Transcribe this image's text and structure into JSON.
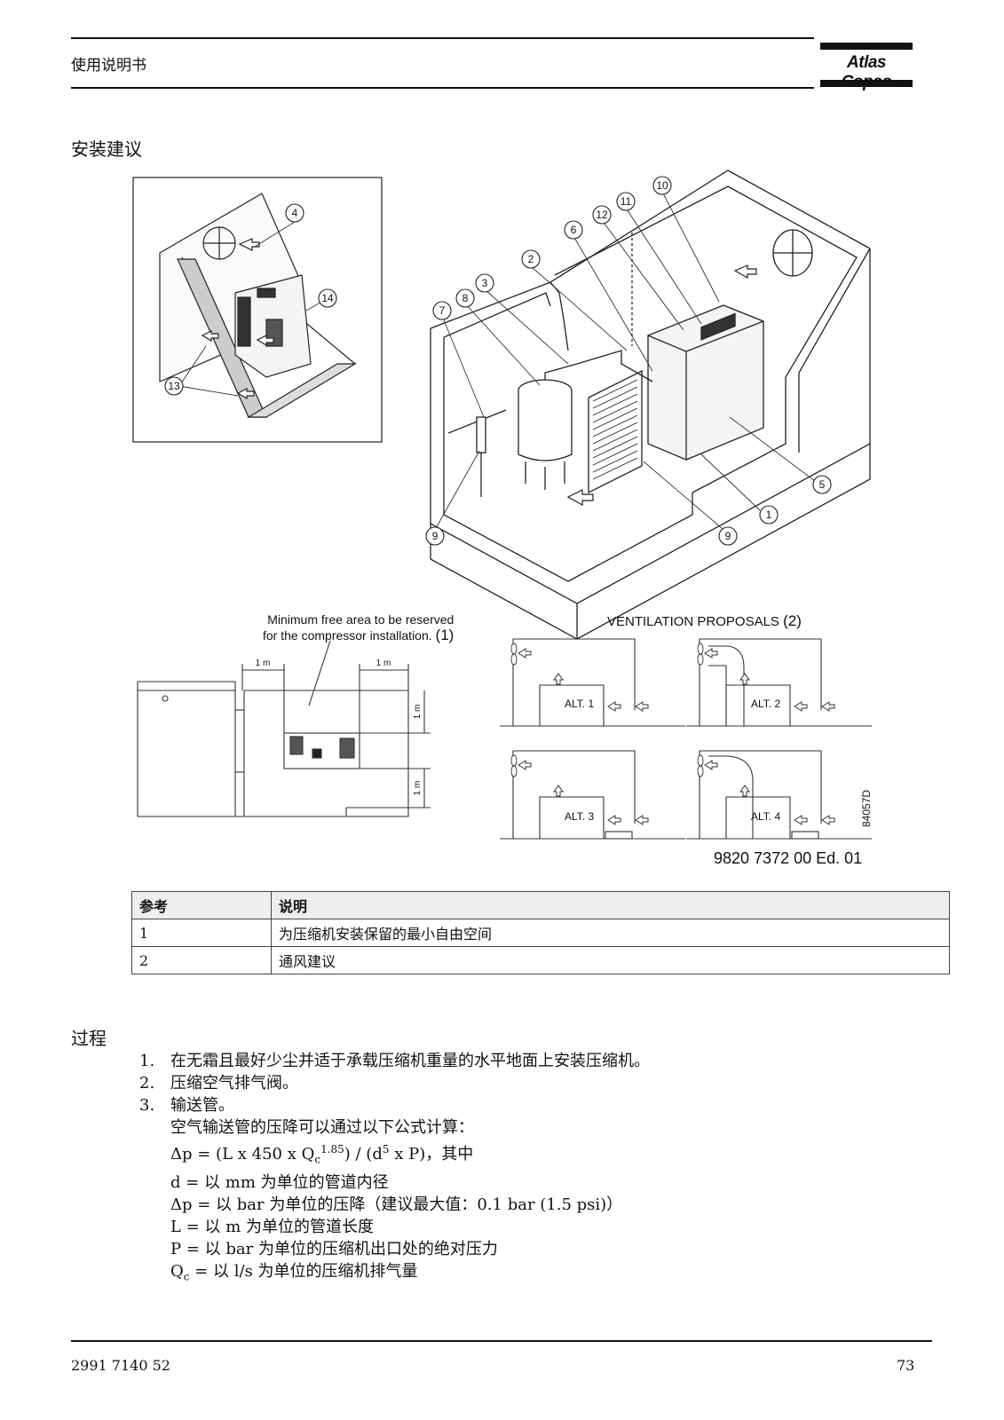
{
  "header": {
    "title": "使用说明书",
    "logo_text": "Atlas Copco"
  },
  "section1": {
    "title": "安装建议"
  },
  "figure": {
    "callouts": [
      "1",
      "2",
      "3",
      "4",
      "5",
      "6",
      "7",
      "8",
      "9",
      "9",
      "10",
      "11",
      "12",
      "13",
      "14"
    ],
    "free_area_line1": "Minimum free area to be reserved",
    "free_area_line2": "for the compressor installation.",
    "free_area_ref": "(1)",
    "dim_1m": "1 m",
    "vent_title": "VENTILATION PROPOSALS",
    "vent_ref": "(2)",
    "alt_labels": [
      "ALT. 1",
      "ALT. 2",
      "ALT. 3",
      "ALT. 4"
    ],
    "drawing_code": "84057D",
    "edition": "9820 7372 00 Ed. 01"
  },
  "table": {
    "headers": [
      "参考",
      "说明"
    ],
    "rows": [
      [
        "1",
        "为压缩机安装保留的最小自由空间"
      ],
      [
        "2",
        "通风建议"
      ]
    ]
  },
  "section2": {
    "title": "过程"
  },
  "procedure": {
    "steps": [
      {
        "num": "1.",
        "text": "在无霜且最好少尘并适于承载压缩机重量的水平地面上安装压缩机。"
      },
      {
        "num": "2.",
        "text": "压缩空气排气阀。"
      },
      {
        "num": "3.",
        "text": "输送管。"
      }
    ],
    "intro": "空气输送管的压降可以通过以下公式计算：",
    "formula": {
      "a": "Δp = (L x 450 x Q",
      "sub": "c",
      "sup": "1.85",
      "b": ") / (d",
      "sup2": "5",
      "c": " x P)，其中"
    },
    "defs": [
      "d = 以 mm 为单位的管道内径",
      "Δp = 以 bar 为单位的压降（建议最大值：0.1 bar (1.5 psi)）",
      "L = 以 m 为单位的管道长度",
      "P = 以 bar 为单位的压缩机出口处的绝对压力"
    ],
    "qc_def": {
      "a": "Q",
      "sub": "c",
      "b": " = 以 l/s 为单位的压缩机排气量"
    }
  },
  "footer": {
    "doc_number": "2991 7140 52",
    "page": "73"
  }
}
